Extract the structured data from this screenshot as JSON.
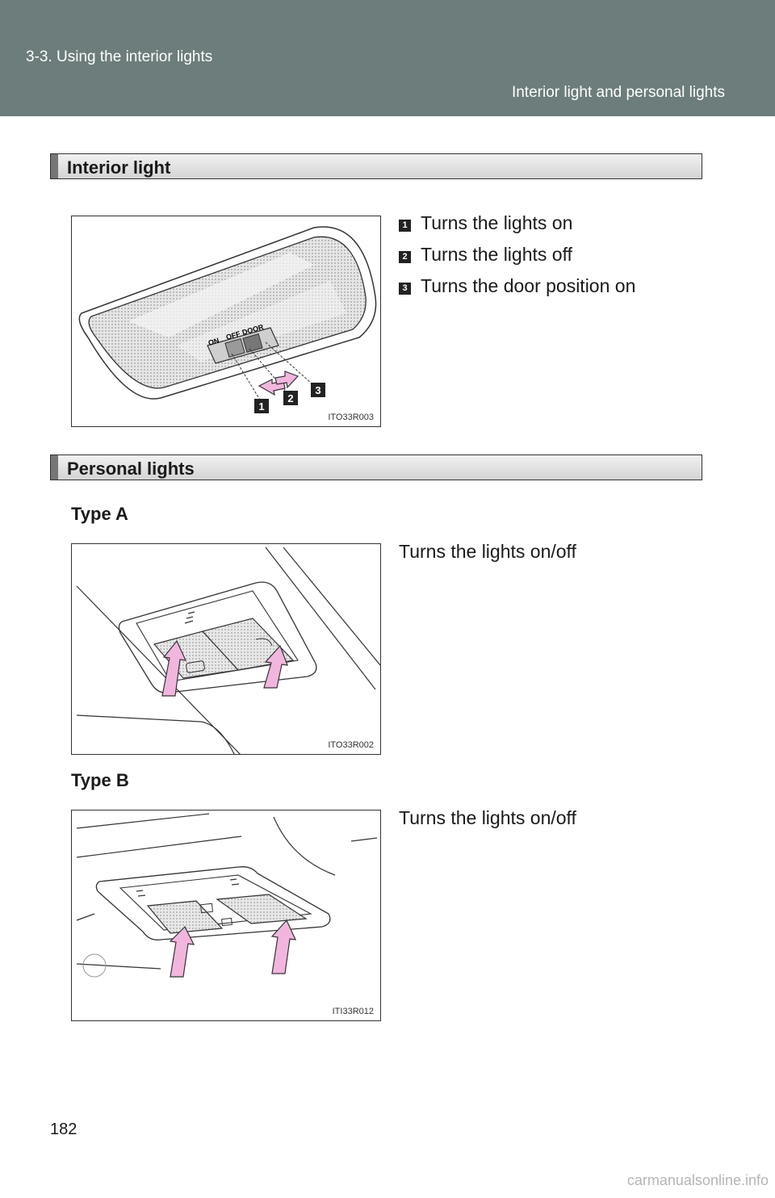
{
  "header": {
    "chapter": "3-3. Using the interior lights",
    "section": "Interior light and personal lights"
  },
  "interior": {
    "title": "Interior light",
    "figure_code": "ITO33R003",
    "switch_labels": [
      "ON",
      "OFF",
      "DOOR"
    ],
    "callouts": [
      "1",
      "2",
      "3"
    ],
    "steps": [
      {
        "num": "1",
        "text": "Turns the lights on"
      },
      {
        "num": "2",
        "text": "Turns the lights off"
      },
      {
        "num": "3",
        "text": "Turns the door position on"
      }
    ]
  },
  "personal": {
    "title": "Personal lights",
    "type_a": {
      "label": "Type A",
      "text": "Turns the lights on/off",
      "figure_code": "ITO33R002"
    },
    "type_b": {
      "label": "Type B",
      "text": "Turns the lights on/off",
      "figure_code": "ITI33R012"
    }
  },
  "page_number": "182",
  "watermark": "carmanualsonline.info",
  "colors": {
    "header": "#6c7d7b",
    "arrow": "#f2b6de"
  }
}
